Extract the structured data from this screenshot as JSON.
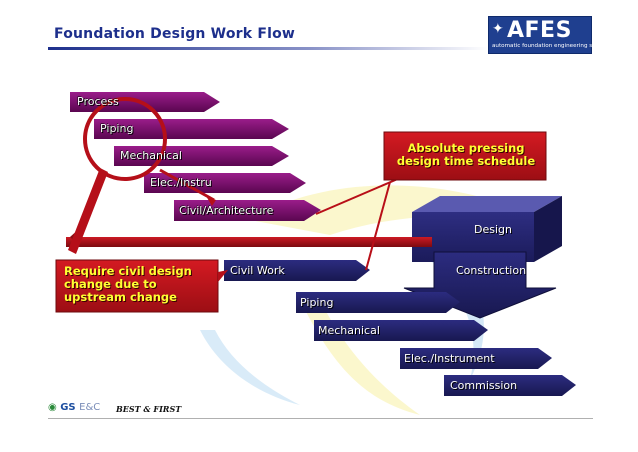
{
  "title": "Foundation Design Work Flow",
  "logo": {
    "text": "AFES",
    "subtitle": "automatic foundation engineering system"
  },
  "design_arrows": [
    "Process",
    "Piping",
    "Mechanical",
    "Elec./Instrument",
    "Civil/Architecture"
  ],
  "construction_arrows": [
    "Civil Work",
    "Piping",
    "Mechanical",
    "Elec./Instrument",
    "Commission"
  ],
  "phase_labels": {
    "design": "Design",
    "construction": "Construction"
  },
  "callouts": {
    "absolute": "Absolute pressing design time schedule",
    "require": "Require civil design change due to upstream change"
  },
  "footer": {
    "gs": "GS",
    "ec": "E&C",
    "best": "BEST & FIRST"
  },
  "colors": {
    "purple": "#7a0f6e",
    "navy": "#23236e",
    "callout_red": "#c0141c",
    "callout_text": "#ffff33",
    "title_blue": "#1d2f8c"
  }
}
